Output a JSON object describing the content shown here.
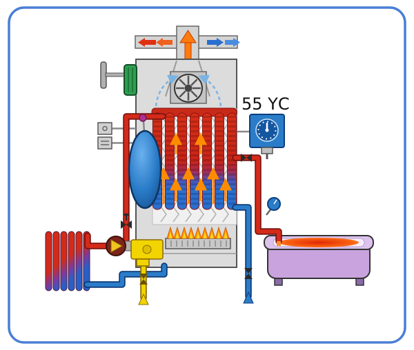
{
  "diagram": {
    "name": "combi-boiler-schematic",
    "temperature_display": {
      "value": "55 ΥC"
    },
    "palette": {
      "frame_border": "#4a7fd6",
      "hot_water": "#d42a1a",
      "cold_water": "#2a7cc8",
      "gas": "#f2d400",
      "flame": "#ff8c00",
      "casing": "#dcdcdc",
      "expansion_vessel": "#2a7cc8",
      "tub_body": "#c9a3dd",
      "tub_water": "#f86010",
      "ignition_module": "#2f9e4f"
    },
    "components": [
      "flue-duct",
      "exhaust-arrows",
      "intake-arrows",
      "fan",
      "heat-exchanger",
      "expansion-vessel",
      "ignition-module",
      "control-boxes",
      "circulation-pump",
      "gas-valve",
      "burner",
      "flames",
      "radiator",
      "bathtub",
      "temperature-display",
      "pressure-gauge",
      "hot-supply-pipe",
      "radiator-return-pipe",
      "dhw-hot-pipe",
      "cold-inlet-pipe",
      "gas-pipe"
    ]
  }
}
